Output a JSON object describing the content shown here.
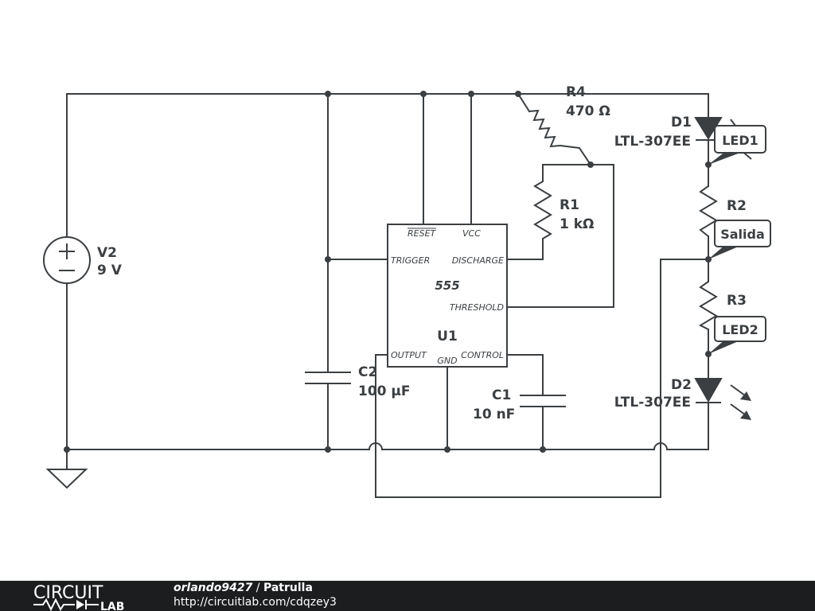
{
  "components": {
    "V2": {
      "ref": "V2",
      "value": "9 V"
    },
    "C2": {
      "ref": "C2",
      "value": "100 µF"
    },
    "C1": {
      "ref": "C1",
      "value": "10 nF"
    },
    "R4": {
      "ref": "R4",
      "value": "470 Ω"
    },
    "R1": {
      "ref": "R1",
      "value": "1 kΩ"
    },
    "R2": {
      "ref": "R2"
    },
    "R3": {
      "ref": "R3"
    },
    "D1": {
      "ref": "D1",
      "value": "LTL-307EE"
    },
    "D2": {
      "ref": "D2",
      "value": "LTL-307EE"
    },
    "U1": {
      "ref": "U1",
      "name": "555",
      "pins": {
        "reset": "RESET",
        "vcc": "VCC",
        "trigger": "TRIGGER",
        "discharge": "DISCHARGE",
        "threshold": "THRESHOLD",
        "output": "OUTPUT",
        "gnd": "GND",
        "control": "CONTROL"
      }
    }
  },
  "net_labels": {
    "led1": "LED1",
    "salida": "Salida",
    "led2": "LED2"
  },
  "footer": {
    "logo_top": "CIRCUIT",
    "logo_bottom": "LAB",
    "user": "orlando9427",
    "separator": " / ",
    "project": "Patrulla",
    "url": "http://circuitlab.com/cdqzey3"
  }
}
